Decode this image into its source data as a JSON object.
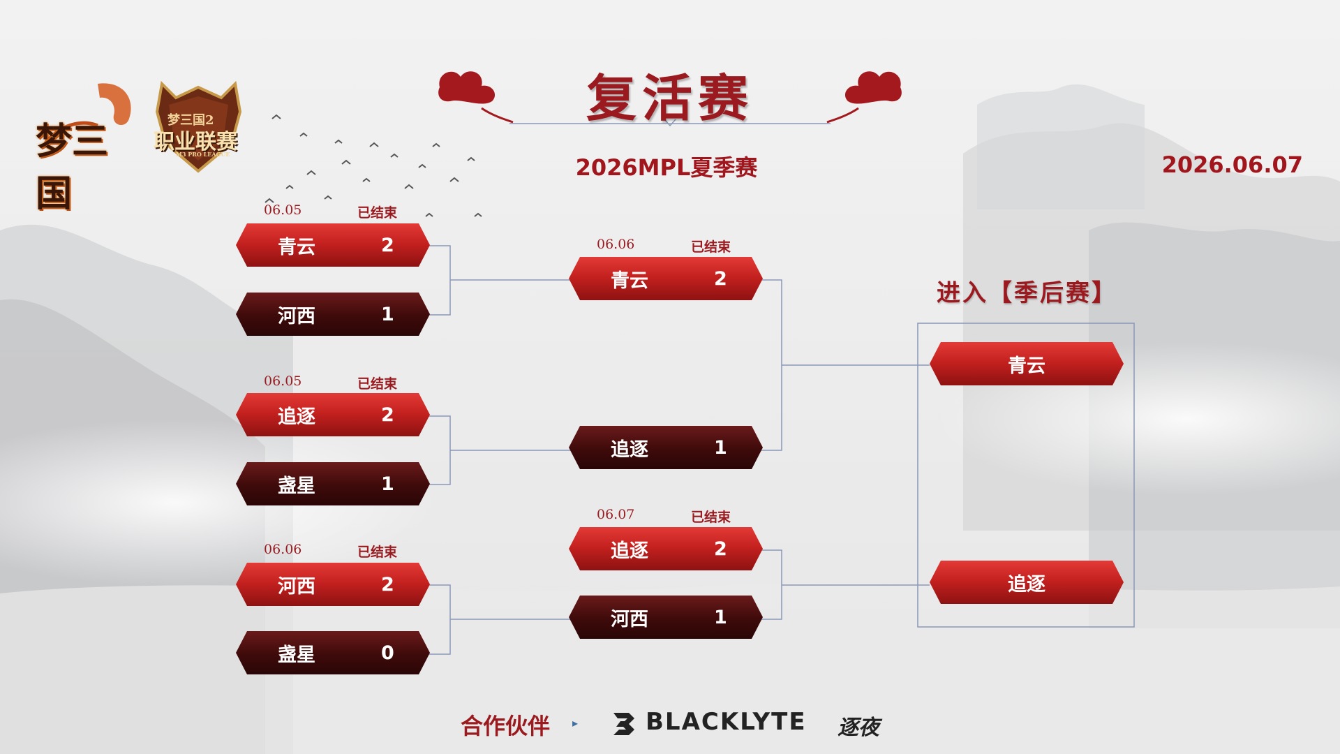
{
  "header": {
    "title": "复活赛",
    "subtitle": "2026MPL夏季赛",
    "date": "2026.06.07"
  },
  "logos": {
    "game_logo": "梦三国",
    "league_logo_line1": "梦三国2",
    "league_logo_line2": "职业联赛",
    "league_logo_line3": "M3 PRO LEAGUE"
  },
  "round1": [
    {
      "date": "06.05",
      "status": "已结束",
      "top": {
        "name": "青云",
        "score": "2"
      },
      "bottom": {
        "name": "河西",
        "score": "1"
      }
    },
    {
      "date": "06.05",
      "status": "已结束",
      "top": {
        "name": "追逐",
        "score": "2"
      },
      "bottom": {
        "name": "盏星",
        "score": "1"
      }
    },
    {
      "date": "06.06",
      "status": "已结束",
      "top": {
        "name": "河西",
        "score": "2"
      },
      "bottom": {
        "name": "盏星",
        "score": "0"
      }
    }
  ],
  "round2": [
    {
      "date": "06.06",
      "status": "已结束",
      "top": {
        "name": "青云",
        "score": "2"
      },
      "bottom": {
        "name": "追逐",
        "score": "1"
      }
    },
    {
      "date": "06.07",
      "status": "已结束",
      "top": {
        "name": "追逐",
        "score": "2"
      },
      "bottom": {
        "name": "河西",
        "score": "1"
      }
    }
  ],
  "advance": {
    "title": "进入【季后赛】",
    "teams": [
      "青云",
      "追逐"
    ]
  },
  "footer": {
    "partner_label": "合作伙伴",
    "sponsor_name": "BLACKLYTE",
    "sponsor_cn": "逐夜"
  },
  "colors": {
    "accent": "#9a1a1f",
    "winner_bar": "#c2201e",
    "loser_bar": "#3e0a0a",
    "connector": "#8a98b8"
  }
}
